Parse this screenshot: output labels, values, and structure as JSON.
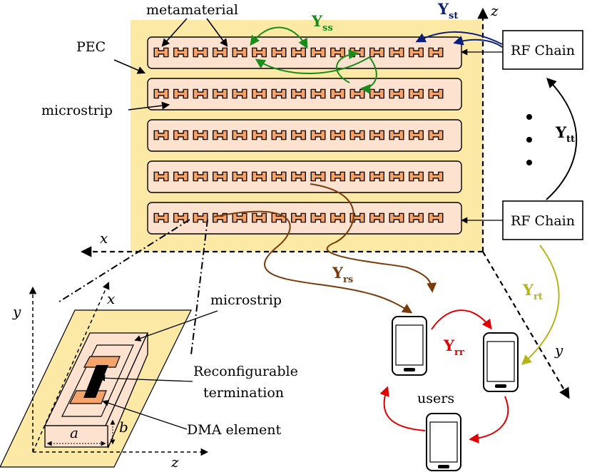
{
  "labels": {
    "metamaterial": "metamaterial",
    "pec": "PEC",
    "microstrip_top": "microstrip",
    "rf_chain_top": "RF Chain",
    "rf_chain_bottom": "RF Chain",
    "microstrip_inset": "microstrip",
    "reconfigurable_line1": "Reconfigurable",
    "reconfigurable_line2": "termination",
    "dma_element": "DMA element",
    "users": "users",
    "dim_a": "a",
    "dim_b": "b"
  },
  "axes": {
    "z_top": "z",
    "x_main": "x",
    "y_main": "y",
    "y_inset": "y",
    "x_inset": "x",
    "z_inset": "z"
  },
  "couplings": {
    "Yss": {
      "main": "Y",
      "sub": "ss",
      "color": "#1a8c1a"
    },
    "Yst": {
      "main": "Y",
      "sub": "st",
      "color": "#0b1f7a"
    },
    "Ytt": {
      "main": "Y",
      "sub": "tt",
      "color": "#000000"
    },
    "Yrs": {
      "main": "Y",
      "sub": "rs",
      "color": "#7a3a0a"
    },
    "Yrt": {
      "main": "Y",
      "sub": "rt",
      "color": "#b5b51a"
    },
    "Yrr": {
      "main": "Y",
      "sub": "rr",
      "color": "#e00000"
    }
  },
  "colors": {
    "pec": "#fde9a6",
    "strip": "#fde2cf",
    "element": "#f4a46a"
  }
}
